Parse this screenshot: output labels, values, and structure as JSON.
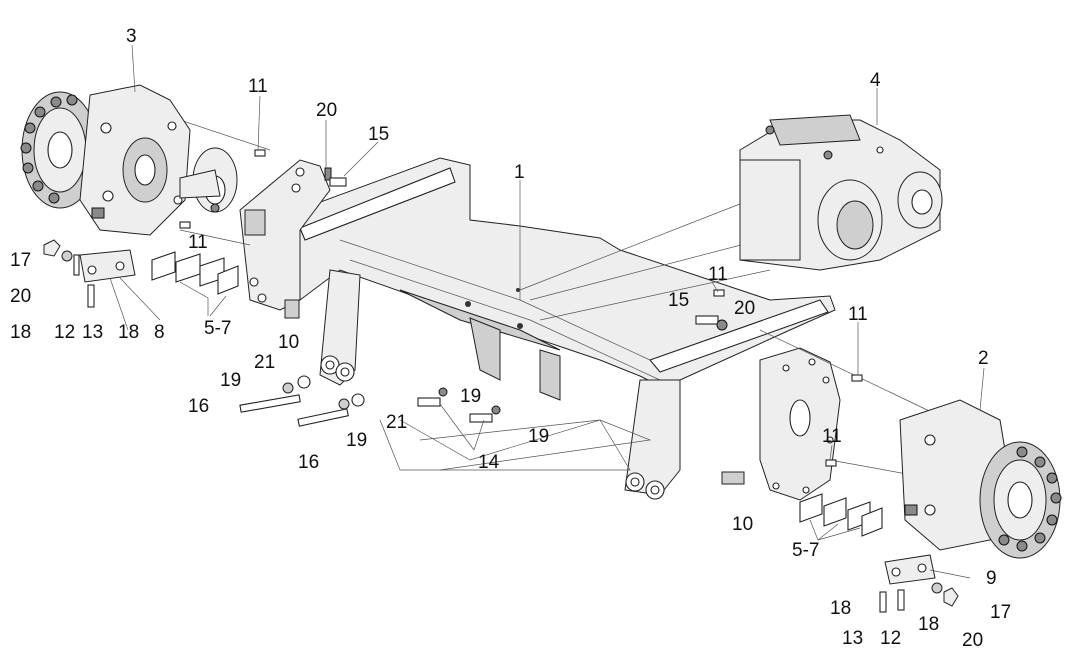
{
  "diagram": {
    "labels": [
      {
        "id": "l3",
        "text": "3"
      },
      {
        "id": "l11a",
        "text": "11"
      },
      {
        "id": "l20a",
        "text": "20"
      },
      {
        "id": "l15a",
        "text": "15"
      },
      {
        "id": "l4",
        "text": "4"
      },
      {
        "id": "l1",
        "text": "1"
      },
      {
        "id": "l11b",
        "text": "11"
      },
      {
        "id": "l17a",
        "text": "17"
      },
      {
        "id": "l20b",
        "text": "20"
      },
      {
        "id": "l18a",
        "text": "18"
      },
      {
        "id": "l12a",
        "text": "12"
      },
      {
        "id": "l13a",
        "text": "13"
      },
      {
        "id": "l18b",
        "text": "18"
      },
      {
        "id": "l8",
        "text": "8"
      },
      {
        "id": "l57a",
        "text": "5-7"
      },
      {
        "id": "l10a",
        "text": "10"
      },
      {
        "id": "l11c",
        "text": "11"
      },
      {
        "id": "l15b",
        "text": "15"
      },
      {
        "id": "l20c",
        "text": "20"
      },
      {
        "id": "l11d",
        "text": "11"
      },
      {
        "id": "l2",
        "text": "2"
      },
      {
        "id": "l21a",
        "text": "21"
      },
      {
        "id": "l19a",
        "text": "19"
      },
      {
        "id": "l16a",
        "text": "16"
      },
      {
        "id": "l21b",
        "text": "21"
      },
      {
        "id": "l19b",
        "text": "19"
      },
      {
        "id": "l19c",
        "text": "19"
      },
      {
        "id": "l19d",
        "text": "19"
      },
      {
        "id": "l16b",
        "text": "16"
      },
      {
        "id": "l14",
        "text": "14"
      },
      {
        "id": "l11e",
        "text": "11"
      },
      {
        "id": "l10b",
        "text": "10"
      },
      {
        "id": "l57b",
        "text": "5-7"
      },
      {
        "id": "l9",
        "text": "9"
      },
      {
        "id": "l18c",
        "text": "18"
      },
      {
        "id": "l17b",
        "text": "17"
      },
      {
        "id": "l13b",
        "text": "13"
      },
      {
        "id": "l12b",
        "text": "12"
      },
      {
        "id": "l18d",
        "text": "18"
      },
      {
        "id": "l20d",
        "text": "20"
      }
    ]
  }
}
